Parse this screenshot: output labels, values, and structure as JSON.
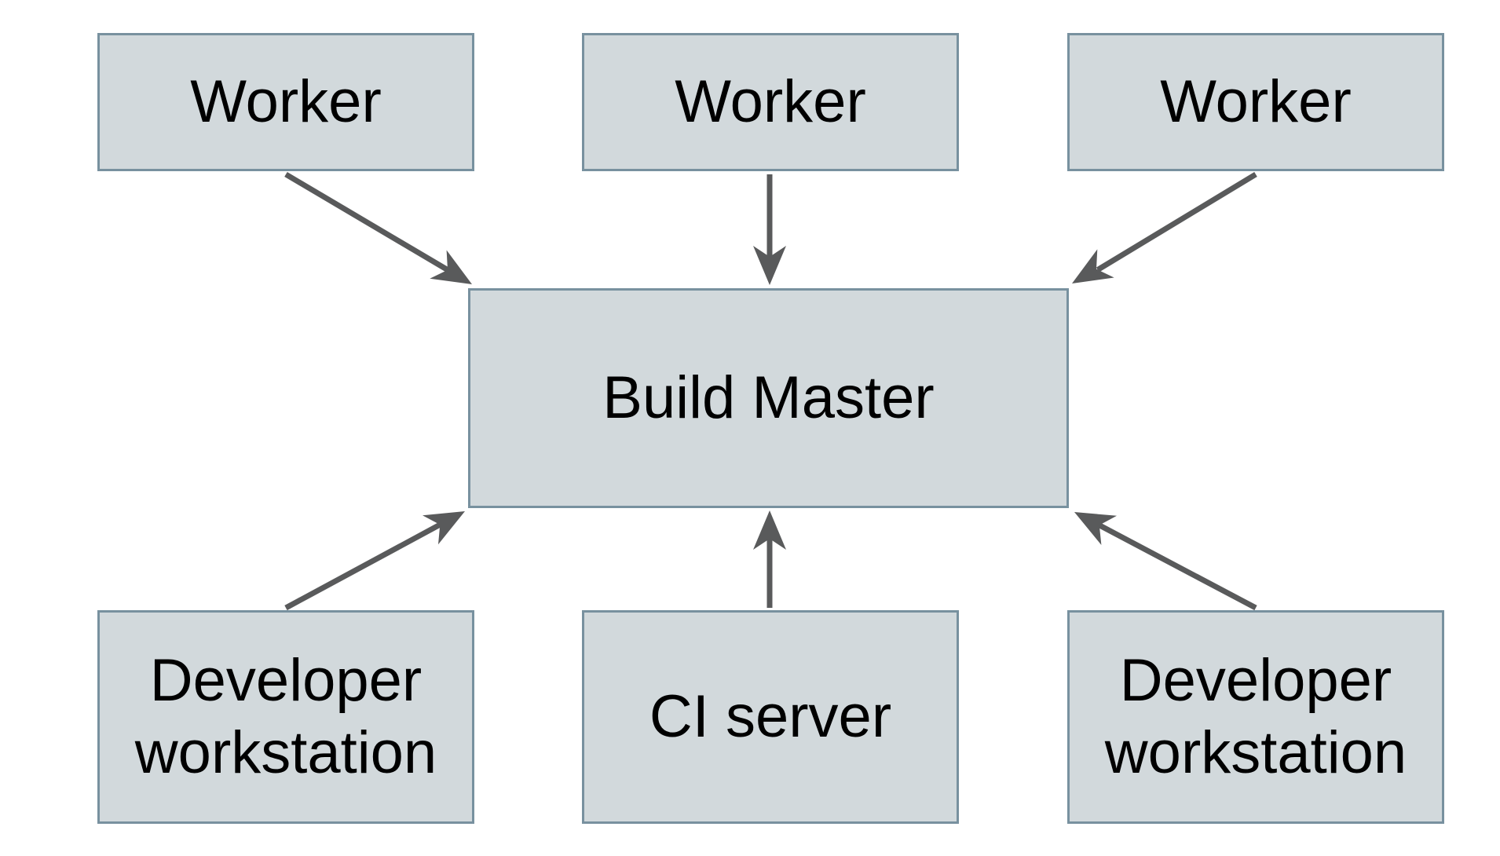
{
  "colors": {
    "background": "#ffffff",
    "node_fill": "#d2d9dc",
    "node_border": "#78919f",
    "arrow": "#595a5b",
    "text": "#000000"
  },
  "nodes": [
    {
      "id": "worker-1",
      "label": "Worker"
    },
    {
      "id": "worker-2",
      "label": "Worker"
    },
    {
      "id": "worker-3",
      "label": "Worker"
    },
    {
      "id": "build-master",
      "label": "Build Master"
    },
    {
      "id": "developer-workstation-left",
      "label": "Developer workstation"
    },
    {
      "id": "ci-server",
      "label": "CI server"
    },
    {
      "id": "developer-workstation-right",
      "label": "Developer workstation"
    }
  ],
  "edges": [
    {
      "from": "worker-1",
      "to": "build-master",
      "direction": "down"
    },
    {
      "from": "worker-2",
      "to": "build-master",
      "direction": "down"
    },
    {
      "from": "worker-3",
      "to": "build-master",
      "direction": "down"
    },
    {
      "from": "developer-workstation-left",
      "to": "build-master",
      "direction": "up"
    },
    {
      "from": "ci-server",
      "to": "build-master",
      "direction": "up"
    },
    {
      "from": "developer-workstation-right",
      "to": "build-master",
      "direction": "up"
    }
  ]
}
